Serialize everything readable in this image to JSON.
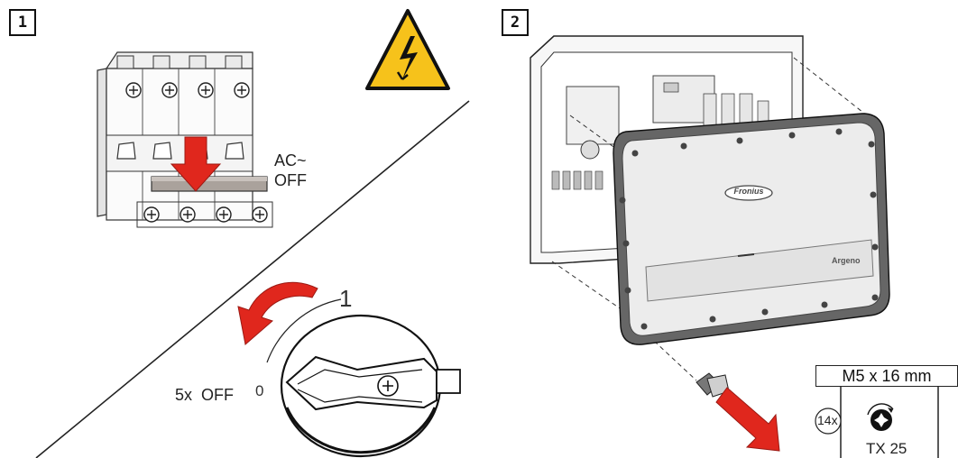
{
  "steps": [
    {
      "number": "1"
    },
    {
      "number": "2"
    }
  ],
  "breaker": {
    "label_line1": "AC~",
    "label_line2": "OFF"
  },
  "dc_switch": {
    "position_on": "1",
    "position_off": "0",
    "instruction": "5x  OFF"
  },
  "inverter": {
    "brand_logo": "Fronius",
    "model_name": "Argeno"
  },
  "screw_spec": {
    "size": "M5 x 16 mm",
    "quantity": "14x",
    "tool": "TX 25"
  },
  "colors": {
    "arrow_red": "#e0271d",
    "warning_yellow": "#f6c21b",
    "panel_gray": "#ececec"
  }
}
